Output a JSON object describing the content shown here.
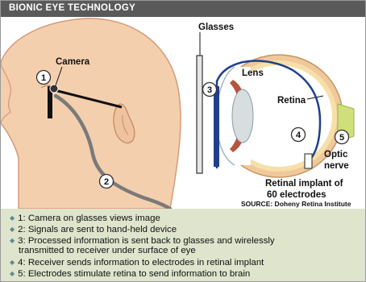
{
  "header": {
    "title": "BIONIC EYE TECHNOLOGY"
  },
  "labels": {
    "camera": "Camera",
    "glasses": "Glasses",
    "lens": "Lens",
    "retina": "Retina",
    "optic_nerve_1": "Optic",
    "optic_nerve_2": "nerve",
    "implant_1": "Retinal implant of",
    "implant_2": "60 electrodes",
    "source": "SOURCE: Doheny Retina Institute"
  },
  "markers": {
    "m1": "1",
    "m2": "2",
    "m3": "3",
    "m4": "4",
    "m5": "5"
  },
  "steps": [
    {
      "text": "1: Camera on glasses views image"
    },
    {
      "text": "2: Signals are sent to hand-held device"
    },
    {
      "text": "3: Processed information is sent back to glasses and wirelessly",
      "cont": "transmitted to receiver under surface of eye"
    },
    {
      "text": "4: Receiver sends information to electrodes in retinal implant"
    },
    {
      "text": "5: Electrodes stimulate retina to send information to brain"
    }
  ],
  "colors": {
    "title_bar": "#5a5a5a",
    "skin": "#f4cfae",
    "legend_bg": "#dfe4cc",
    "cable": "#7a7a7a",
    "glasses": "#111111",
    "sclera": "#efc99b",
    "retina": "#f7e0a8",
    "lens": "#d8dde0",
    "iris": "#b6543d",
    "optic_nerve": "#cfe07a",
    "wire": "#1f3f8a"
  }
}
